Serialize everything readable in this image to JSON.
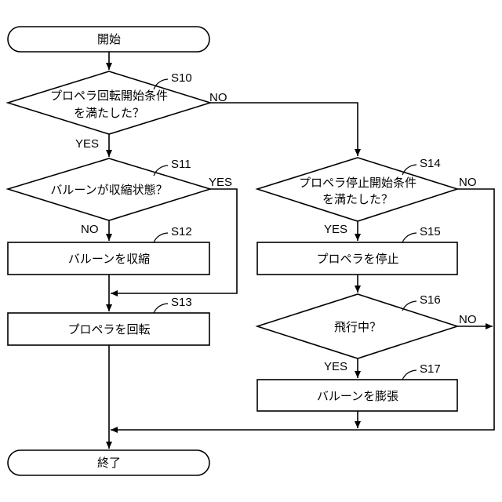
{
  "nodes": {
    "start": "開始",
    "s10_line1": "プロペラ回転開始条件",
    "s10_line2": "を満たした？",
    "s11": "バルーンが収縮状態？",
    "s12": "バルーンを収縮",
    "s13": "プロペラを回転",
    "s14_line1": "プロペラ停止開始条件",
    "s14_line2": "を満たした？",
    "s15": "プロペラを停止",
    "s16": "飛行中？",
    "s17": "バルーンを膨張",
    "end": "終了"
  },
  "steps": {
    "s10": "S10",
    "s11": "S11",
    "s12": "S12",
    "s13": "S13",
    "s14": "S14",
    "s15": "S15",
    "s16": "S16",
    "s17": "S17"
  },
  "branches": {
    "s10_yes": "YES",
    "s10_no": "NO",
    "s11_yes": "YES",
    "s11_no": "NO",
    "s14_yes": "YES",
    "s14_no": "NO",
    "s16_yes": "YES",
    "s16_no": "NO"
  }
}
